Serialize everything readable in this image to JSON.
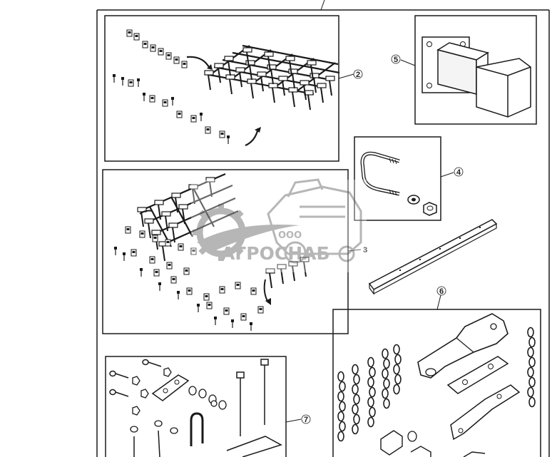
{
  "diagram": {
    "callouts": [
      {
        "id": "2",
        "label": "2"
      },
      {
        "id": "3",
        "label": "3"
      },
      {
        "id": "4",
        "label": "4"
      },
      {
        "id": "5",
        "label": "5"
      },
      {
        "id": "6",
        "label": "6"
      },
      {
        "id": "7",
        "label": "7"
      }
    ]
  },
  "watermark": {
    "prefix": "ООО",
    "brand": "АГРОСНАБ"
  },
  "colors": {
    "line": "#1a1a1a",
    "watermark": "#8a8a8a",
    "background": "#ffffff"
  }
}
